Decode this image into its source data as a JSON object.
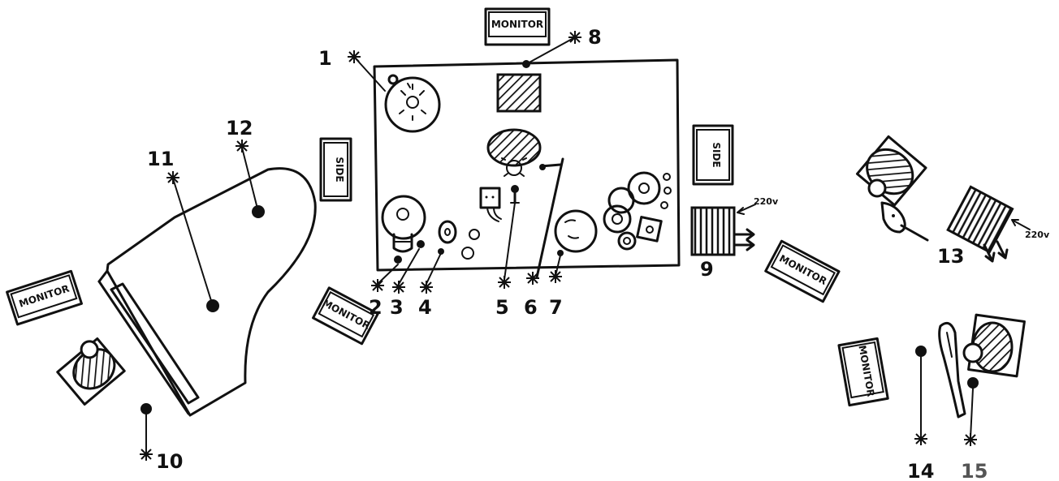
{
  "labels": {
    "monitor": "MONITOR",
    "side": "SIDE",
    "voltage": "220v"
  },
  "numbers": [
    "1",
    "2",
    "3",
    "4",
    "5",
    "6",
    "7",
    "8",
    "9",
    "10",
    "11",
    "12",
    "13",
    "14",
    "15"
  ],
  "colors": {
    "ink": "#111111",
    "paper": "#ffffff",
    "label_15": "#555555"
  }
}
